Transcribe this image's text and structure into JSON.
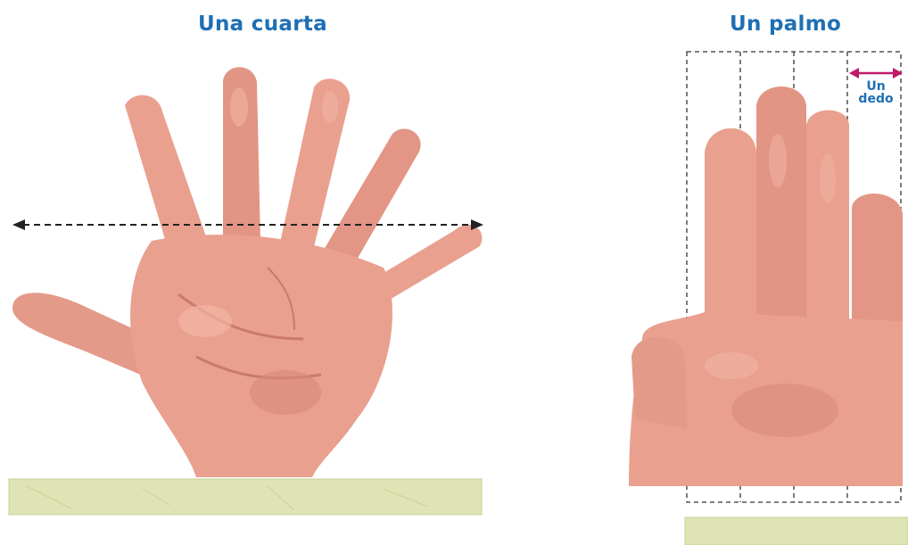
{
  "left_panel": {
    "title": "Una cuarta"
  },
  "right_panel": {
    "title": "Un palmo",
    "finger_label_line1": "Un",
    "finger_label_line2": "dedo"
  },
  "colors": {
    "title_blue": "#1f6fb4",
    "skin": "#e9a08f",
    "skin_shadow": "#cf7f70",
    "arrow_magenta": "#c0196a",
    "strip_green": "#dfe4b5"
  },
  "icons": [
    "spread-hand-icon",
    "flat-hand-icon",
    "double-arrow-icon",
    "ruler-strip-icon"
  ]
}
